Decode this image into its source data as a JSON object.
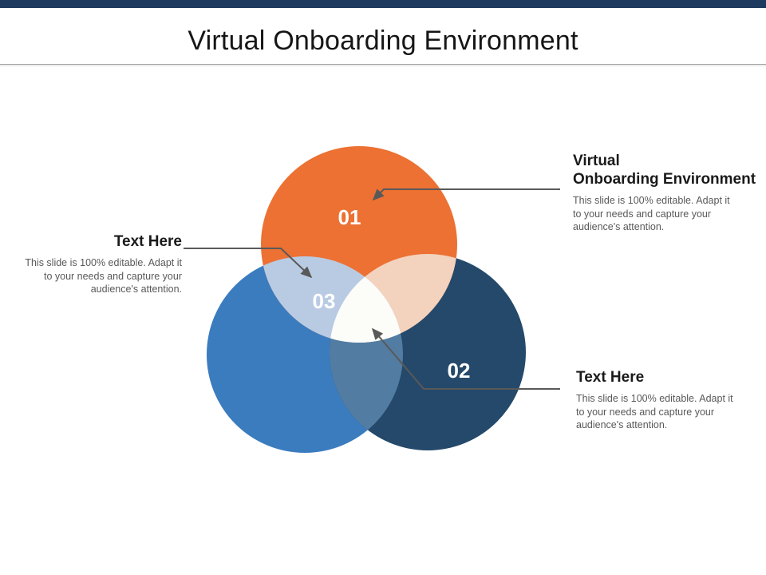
{
  "slide": {
    "title": "Virtual Onboarding Environment"
  },
  "colors": {
    "top_bar": "#1E3A5F",
    "connector": "#595959",
    "circle_orange": "#EC7133",
    "circle_navy": "#24496B",
    "circle_blue": "#3B7CBF",
    "overlap_orange_blue": "#B9CBE3",
    "overlap_orange_navy": "#F3D2BE",
    "overlap_navy_blue": "#527CA2",
    "overlap_center": "#FCFCF9",
    "label_text": "#FFFFFF"
  },
  "venn": {
    "circle1_label": "01",
    "circle2_label": "02",
    "circle3_label": "03"
  },
  "callouts": {
    "top_right": {
      "heading_line1": "Virtual",
      "heading_line2": "Onboarding Environment",
      "body": "This slide is 100% editable. Adapt it to your needs and capture your audience's attention."
    },
    "left": {
      "heading": "Text Here",
      "body": "This slide is 100% editable. Adapt it to your needs and capture your audience's attention."
    },
    "bottom_right": {
      "heading": "Text Here",
      "body": "This slide is 100% editable. Adapt it to your needs and capture your audience's attention."
    }
  }
}
